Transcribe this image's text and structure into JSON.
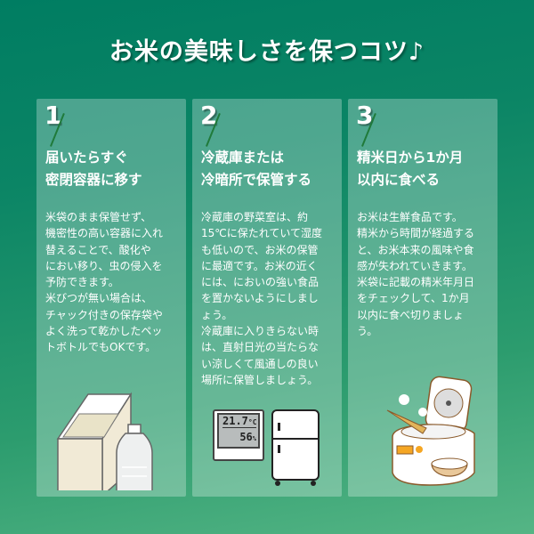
{
  "title": "お米の美味しさを保つコツ♪",
  "cards": [
    {
      "number": "1",
      "heading": [
        "届いたらすぐ",
        "密閉容器に移す"
      ],
      "body": [
        "米袋のまま保管せず、",
        "機密性の高い容器に入れ",
        "替えることで、酸化や",
        "におい移り、虫の侵入を",
        "予防できます。",
        "米びつが無い場合は、",
        "チャック付きの保存袋や",
        "よく洗って乾かしたペッ",
        "トボトルでもOKです。"
      ],
      "illustration": "rice-container-and-bottle-icon"
    },
    {
      "number": "2",
      "heading": [
        "冷蔵庫または",
        "冷暗所で保管する"
      ],
      "body": [
        "冷蔵庫の野菜室は、約",
        "15℃に保たれていて湿度",
        "も低いので、お米の保管",
        "に最適です。お米の近く",
        "には、においの強い食品",
        "を置かないようにしまし",
        "ょう。",
        "冷蔵庫に入りきらない時",
        "は、直射日光の当たらな",
        "い涼しくて風通しの良い",
        "場所に保管しましょう。"
      ],
      "illustration": "thermometer-and-fridge-icon",
      "thermometer": {
        "temp": "21.7",
        "temp_unit": "°C",
        "humidity": "56",
        "humidity_unit": "%"
      }
    },
    {
      "number": "3",
      "heading": [
        "精米日から1か月",
        "以内に食べる"
      ],
      "body": [
        "お米は生鮮食品です。",
        "精米から時間が経過する",
        "と、お米本来の風味や食",
        "感が失われていきます。",
        "米袋に記載の精米年月日",
        "をチェックして、1か月",
        "以内に食べ切りましょ",
        "う。"
      ],
      "illustration": "rice-cooker-icon"
    }
  ],
  "colors": {
    "bg_top": "#007d62",
    "bg_bottom": "#55b585",
    "slash": "#1f7a3a"
  }
}
